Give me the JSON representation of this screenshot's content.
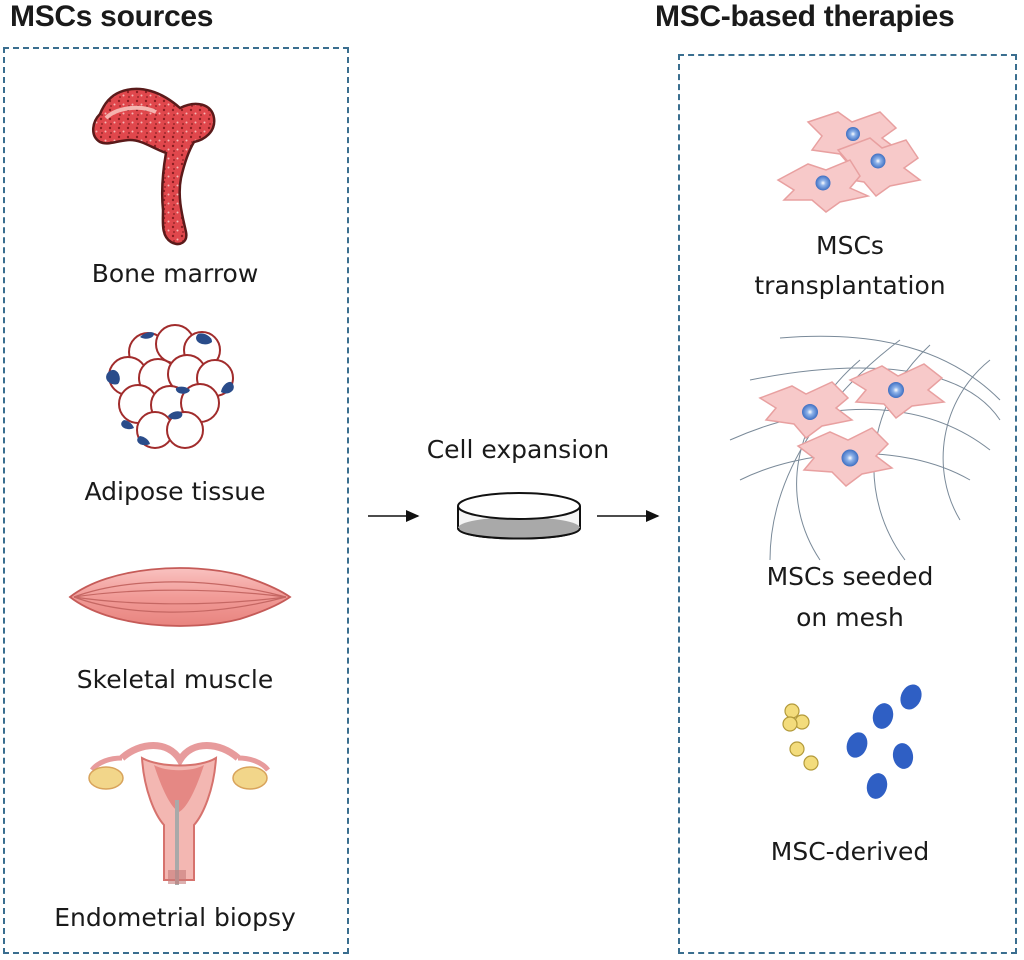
{
  "headings": {
    "sources": "MSCs sources",
    "therapies": "MSC-based therapies"
  },
  "sources": [
    {
      "label": "Bone marrow",
      "icon": "bone-icon"
    },
    {
      "label": "Adipose tissue",
      "icon": "adipose-cells-icon"
    },
    {
      "label": "Skeletal muscle",
      "icon": "muscle-icon"
    },
    {
      "label": "Endometrial biopsy",
      "icon": "uterus-icon"
    }
  ],
  "center": {
    "label": "Cell expansion",
    "icon": "petri-dish-icon"
  },
  "therapies": [
    {
      "line1": "MSCs",
      "line2": "transplantation",
      "icon": "stem-cells-icon"
    },
    {
      "line1": "MSCs seeded",
      "line2": "on mesh",
      "icon": "cells-on-mesh-icon"
    },
    {
      "line1": "MSC-derived",
      "line2": "",
      "icon": "vesicles-icon"
    }
  ],
  "colors": {
    "panel_border": "#3a6e8f",
    "bone_marrow": "#e0474c",
    "cell_pink": "#f7c9c9",
    "nucleus_blue": "#5b8ed6",
    "vesicle_blue": "#2f5fc4",
    "vesicle_yellow": "#f3dc7c"
  }
}
